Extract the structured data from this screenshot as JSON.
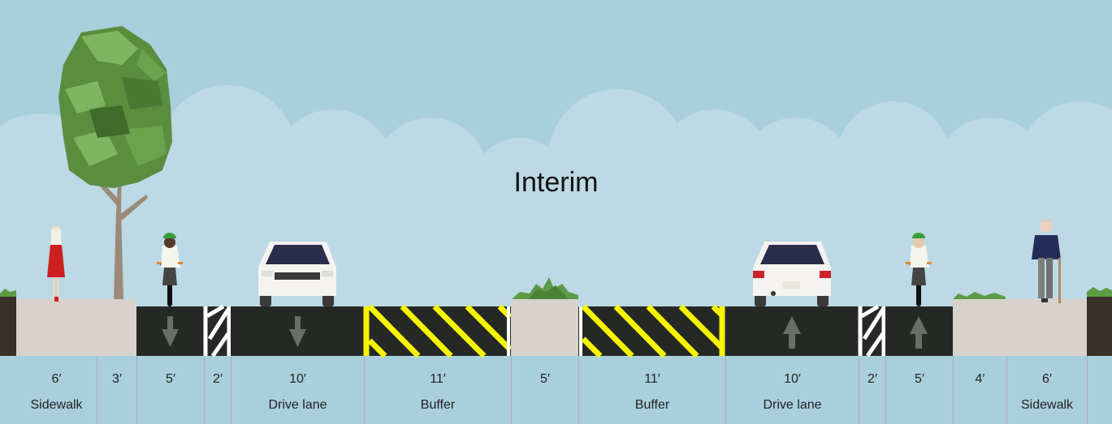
{
  "title": "Interim",
  "colors": {
    "sky": "#a9cfdd",
    "cloud": "#bcd9e5",
    "sidewalk": "#d7d2cc",
    "asphalt": "#262826",
    "stripe_white": "#ffffff",
    "stripe_yellow": "#f6f500",
    "grass": "#5d9b45",
    "soil": "#3a2f28"
  },
  "segments": [
    {
      "width": "6′",
      "name": "Sidewalk"
    },
    {
      "width": "3′",
      "name": ""
    },
    {
      "width": "5′",
      "name": ""
    },
    {
      "width": "2′",
      "name": ""
    },
    {
      "width": "10′",
      "name": "Drive lane"
    },
    {
      "width": "11′",
      "name": "Buffer"
    },
    {
      "width": "5′",
      "name": ""
    },
    {
      "width": "11′",
      "name": "Buffer"
    },
    {
      "width": "10′",
      "name": "Drive lane"
    },
    {
      "width": "2′",
      "name": ""
    },
    {
      "width": "5′",
      "name": ""
    },
    {
      "width": "4′",
      "name": ""
    },
    {
      "width": "6′",
      "name": "Sidewalk"
    }
  ],
  "icons": [
    "tree-icon",
    "pedestrian-icon",
    "cyclist-icon",
    "car-front-icon",
    "car-rear-icon",
    "arrow-down-icon",
    "arrow-up-icon",
    "shrub-icon",
    "elderly-pedestrian-icon"
  ]
}
